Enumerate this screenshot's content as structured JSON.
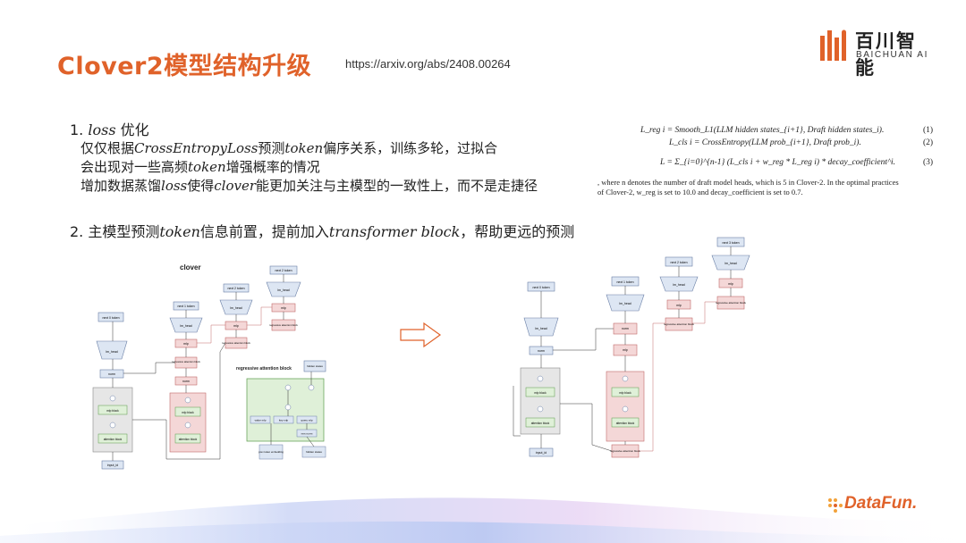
{
  "header": {
    "title": "Clover2模型结构升级",
    "url": "https://arxiv.org/abs/2408.00264"
  },
  "logo": {
    "cn": "百川智能",
    "en": "BAICHUAN AI"
  },
  "section1": {
    "heading_prefix": "1. ",
    "heading_italic": "loss",
    "heading_suffix": " 优化",
    "lines": [
      {
        "a": "仅仅根据",
        "b": "CrossEntropyLoss",
        "c": "预测",
        "d": "token",
        "e": "偏序关系，训练多轮，过拟合"
      },
      {
        "a": "会出现对一些高频",
        "b": "token",
        "c": "增强概率的情况"
      },
      {
        "a": "增加数据蒸馏",
        "b": "loss",
        "c": "使得",
        "d": "clover",
        "e": "能更加关注与主模型的一致性上，而不是走捷径"
      }
    ]
  },
  "section2": {
    "heading_prefix": "2. 主模型预测",
    "heading_i1": "token",
    "heading_mid": "信息前置，提前加入",
    "heading_i2": "transformer block",
    "heading_suffix": "，帮助更远的预测"
  },
  "formulas": {
    "f1": "L_reg i = Smooth_L1(LLM hidden states_{i+1}, Draft hidden states_i).",
    "f2": "L_cls i = CrossEntropy(LLM prob_{i+1}, Draft prob_i).",
    "f3": "L = Σ_{i=0}^{n-1} (L_cls i + w_reg * L_reg i) * decay_coefficient^i.",
    "n1": "(1)",
    "n2": "(2)",
    "n3": "(3)",
    "note1": ", where n denotes the number of draft model heads, which is 5 in Clover-2. In the optimal practices",
    "note2": "of Clover-2, w_reg is set to 10.0 and decay_coefficient is set to 0.7."
  },
  "diagram_left": {
    "title": "clover",
    "rab_title": "regressive attention block",
    "labels": {
      "next2": "next 2 token",
      "next1": "next 1 token",
      "next0": "next 0 token",
      "lm_head": "lm_head",
      "mlp": "mlp",
      "rab": "regressive attention block",
      "norm": "norm",
      "mlp_block": "mlp block",
      "attention_block": "attention block",
      "input_id": "input_id",
      "hidden_states": "hidden states",
      "value_mlp": "value mlp",
      "key_mlp": "key mlp",
      "query_mlp": "query mlp",
      "rms_norm": "rms norm",
      "prev_token": "prev token embedding"
    }
  },
  "diagram_right": {
    "labels": {
      "next3": "next 3 token",
      "next2": "next 2 token",
      "next1": "next 1 token",
      "next0": "next 0 token",
      "lm_head": "lm_head",
      "mlp": "mlp",
      "rab": "regressive attention block",
      "norm": "norm",
      "mlp_block": "mlp block",
      "attention_block": "attention block",
      "input_id": "input_id"
    }
  },
  "brand": {
    "datafun": "DataFun."
  },
  "colors": {
    "accent": "#e0622a",
    "pink_box": "#f4d7d7",
    "pink_border": "#c26a6a",
    "green_box": "#dff0d8",
    "green_border": "#5a9a4a",
    "blue_box": "#dde6f3",
    "blue_border": "#6a7fa6"
  }
}
